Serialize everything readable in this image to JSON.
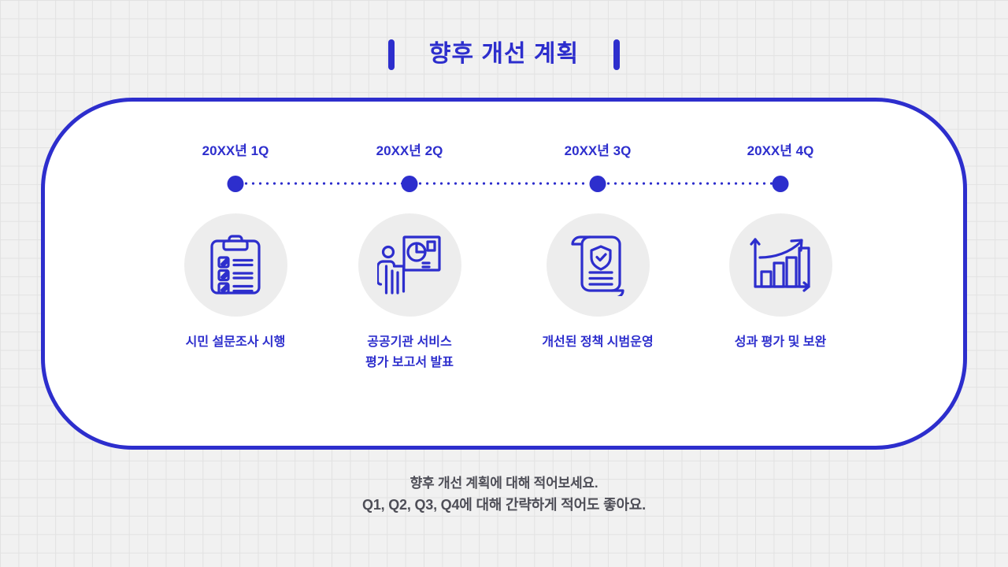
{
  "slide": {
    "title": "향후 개선 계획",
    "accent_color": "#2d2ecd",
    "background_color": "#f1f1f1",
    "icon_circle_color": "#ededed",
    "footer_text_color": "#4e4e57"
  },
  "timeline": {
    "milestones": [
      {
        "period": "20XX년 1Q",
        "caption": "시민 설문조사 시행",
        "icon": "clipboard-checklist-icon"
      },
      {
        "period": "20XX년 2Q",
        "caption": "공공기관 서비스\n평가 보고서 발표",
        "icon": "presenter-pie-chart-icon"
      },
      {
        "period": "20XX년 3Q",
        "caption": "개선된 정책 시범운영",
        "icon": "scroll-shield-check-icon"
      },
      {
        "period": "20XX년 4Q",
        "caption": "성과 평가 및 보완",
        "icon": "growth-bar-chart-icon"
      }
    ]
  },
  "footer": {
    "line1": "향후 개선 계획에 대해 적어보세요.",
    "line2": "Q1, Q2, Q3, Q4에 대해 간략하게 적어도 좋아요."
  }
}
